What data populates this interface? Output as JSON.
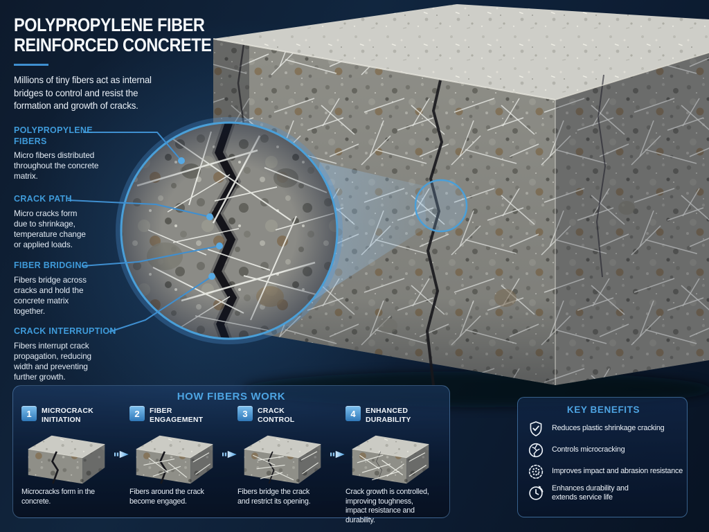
{
  "header": {
    "title": "POLYPROPYLENE FIBER\nREINFORCED CONCRETE",
    "subtitle": "Millions of tiny fibers act as internal\nbridges to control and resist the\nformation and growth of cracks."
  },
  "callouts": [
    {
      "heading": "POLYPROPYLENE\nFIBERS",
      "body": "Micro fibers distributed\nthroughout the concrete\nmatrix."
    },
    {
      "heading": "CRACK PATH",
      "body": "Micro cracks form\ndue to shrinkage,\ntemperature change\nor applied loads."
    },
    {
      "heading": "FIBER BRIDGING",
      "body": "Fibers bridge across\ncracks and hold the\nconcrete matrix\ntogether."
    },
    {
      "heading": "CRACK INTERRUPTION",
      "body": "Fibers interrupt crack\npropagation, reducing\nwidth and preventing\nfurther growth."
    }
  ],
  "process": {
    "heading": "HOW FIBERS WORK",
    "steps": [
      {
        "number": "1",
        "label": "MICROCRACK\nINITIATION",
        "description": "Microcracks form in the\nconcrete."
      },
      {
        "number": "2",
        "label": "FIBER\nENGAGEMENT",
        "description": "Fibers around the crack\nbecome engaged."
      },
      {
        "number": "3",
        "label": "CRACK\nCONTROL",
        "description": "Fibers bridge the crack\nand restrict its opening."
      },
      {
        "number": "4",
        "label": "ENHANCED\nDURABILITY",
        "description": "Crack growth is controlled,\nimproving toughness,\nimpact resistance and\ndurability."
      }
    ]
  },
  "benefits": {
    "heading": "KEY BENEFITS",
    "items": [
      {
        "icon": "shield-check-icon",
        "text": "Reduces plastic shrinkage cracking"
      },
      {
        "icon": "microcrack-circle-icon",
        "text": "Controls microcracking"
      },
      {
        "icon": "abrasion-dots-icon",
        "text": "Improves impact and abrasion resistance"
      },
      {
        "icon": "clock-cycle-icon",
        "text": "Enhances durability and\nextends service life"
      }
    ]
  },
  "colors": {
    "accent_blue": "#4A9FD8",
    "heading_blue": "#3F9BDA",
    "background_navy": "#0D1D33",
    "text_white": "#E9F0F7"
  }
}
